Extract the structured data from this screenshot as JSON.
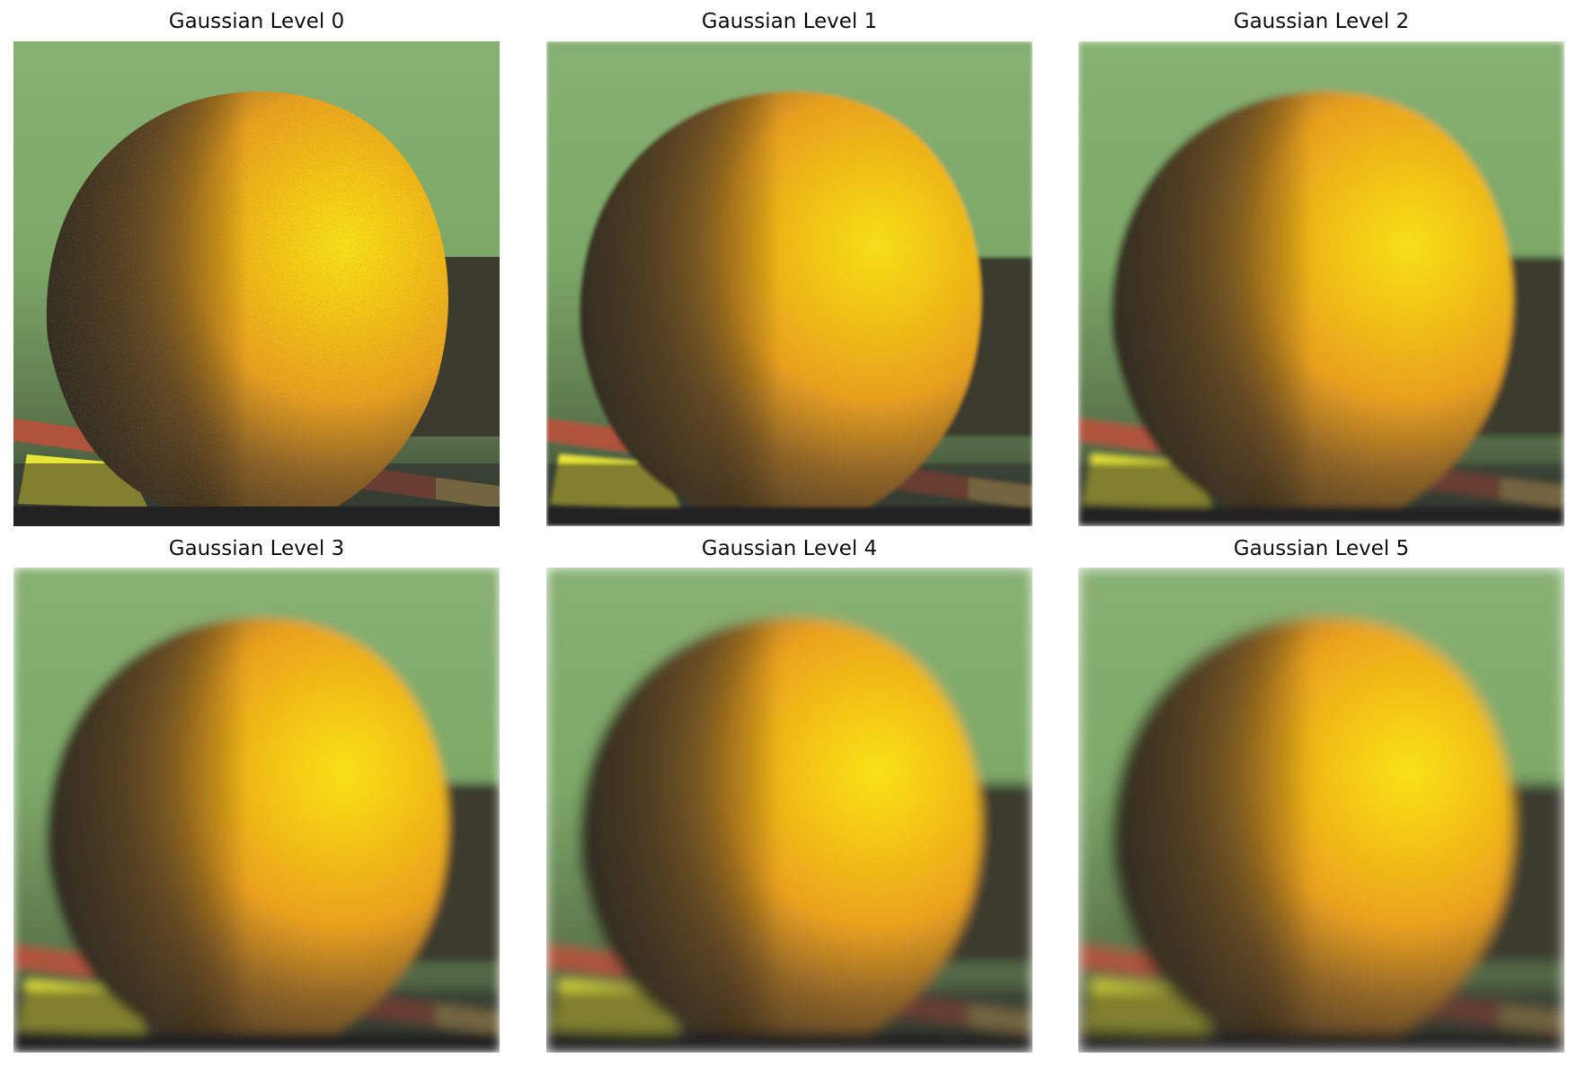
{
  "figure": {
    "panels": [
      {
        "title": "Gaussian Level 0",
        "level": 0,
        "image": "orange-photo"
      },
      {
        "title": "Gaussian Level 1",
        "level": 1,
        "image": "orange-photo"
      },
      {
        "title": "Gaussian Level 2",
        "level": 2,
        "image": "orange-photo"
      },
      {
        "title": "Gaussian Level 3",
        "level": 3,
        "image": "orange-photo"
      },
      {
        "title": "Gaussian Level 4",
        "level": 4,
        "image": "orange-photo"
      },
      {
        "title": "Gaussian Level 5",
        "level": 5,
        "image": "orange-photo"
      }
    ],
    "colors": {
      "background_green": "#7da868",
      "orange_light": "#f8e21a",
      "orange_mid": "#e9a11f",
      "orange_dark": "#3d3221",
      "rod_red": "#b0523c",
      "paper_yellow": "#e6e634",
      "table_dark": "#2b2b2b"
    }
  }
}
